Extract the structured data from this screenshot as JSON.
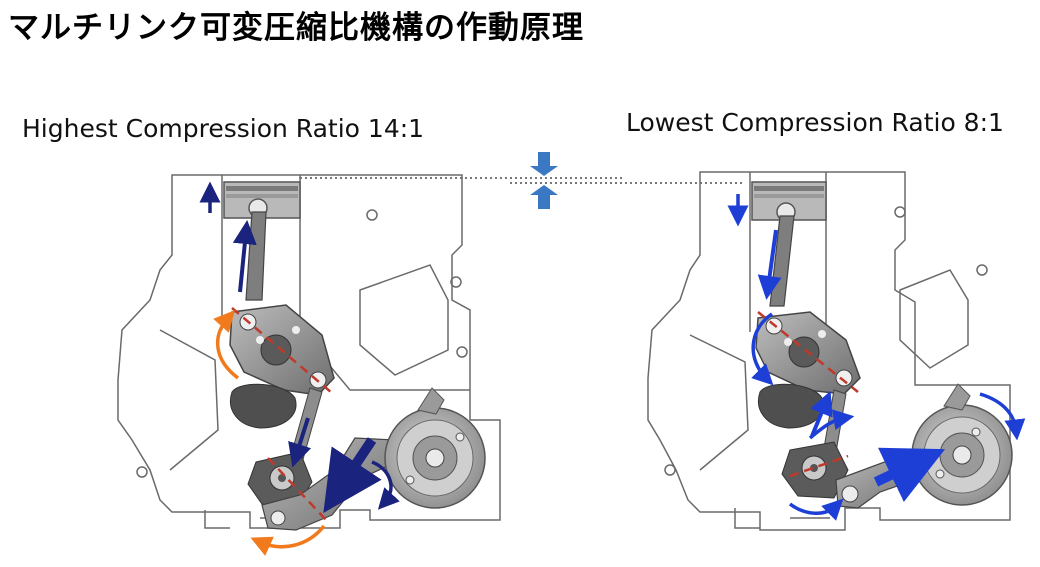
{
  "title": "マルチリンク可変圧縮比機構の作動原理",
  "left_panel": {
    "label": "Highest Compression Ratio 14:1"
  },
  "right_panel": {
    "label": "Lowest Compression Ratio 8:1"
  },
  "colors": {
    "arrow_navy": "#1a237e",
    "arrow_blue": "#1e3fd6",
    "arrow_orange": "#f07a1c",
    "centerline_red": "#c0392b",
    "indicator_blue": "#3b78c4",
    "part_gray": "#8a8a8a",
    "part_dark": "#4a4a4a",
    "outline": "#6a6a6a"
  }
}
